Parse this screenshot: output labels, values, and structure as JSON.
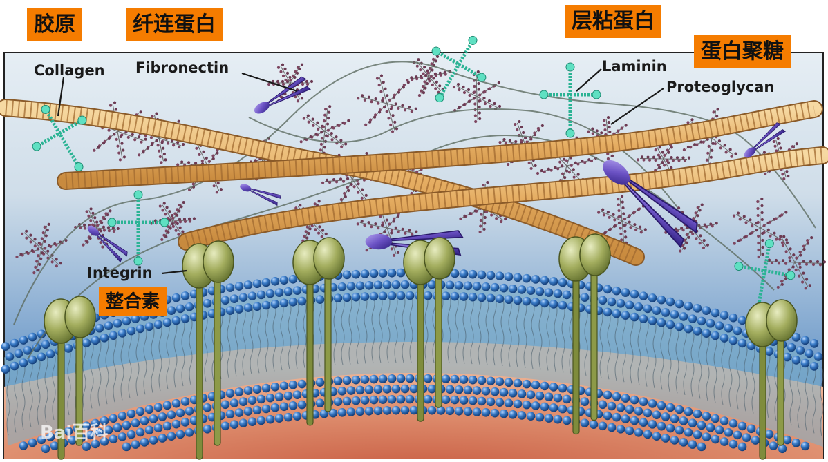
{
  "labels_cn": {
    "collagen": "胶原",
    "fibronectin": "纤连蛋白",
    "laminin": "层粘蛋白",
    "proteoglycan": "蛋白聚糖",
    "integrin": "整合素"
  },
  "labels_en": {
    "collagen": "Collagen",
    "fibronectin": "Fibronectin",
    "laminin": "Laminin",
    "proteoglycan": "Proteoglycan",
    "integrin": "Integrin"
  },
  "watermark": "Bai百科",
  "colors": {
    "background_top": "#dfeaf2",
    "background_bottom": "#4a86c2",
    "collagen": "#e8b46a",
    "collagen_stripe": "#a8743a",
    "fibronectin": "#6a4fb4",
    "laminin": "#3fc7a8",
    "proteoglycan": "#6b3a52",
    "integrin": "#8a9a4a",
    "lipid_head": "#2d69b4",
    "cytoplasm": "#d98760",
    "tag_bg": "#f57c00"
  }
}
